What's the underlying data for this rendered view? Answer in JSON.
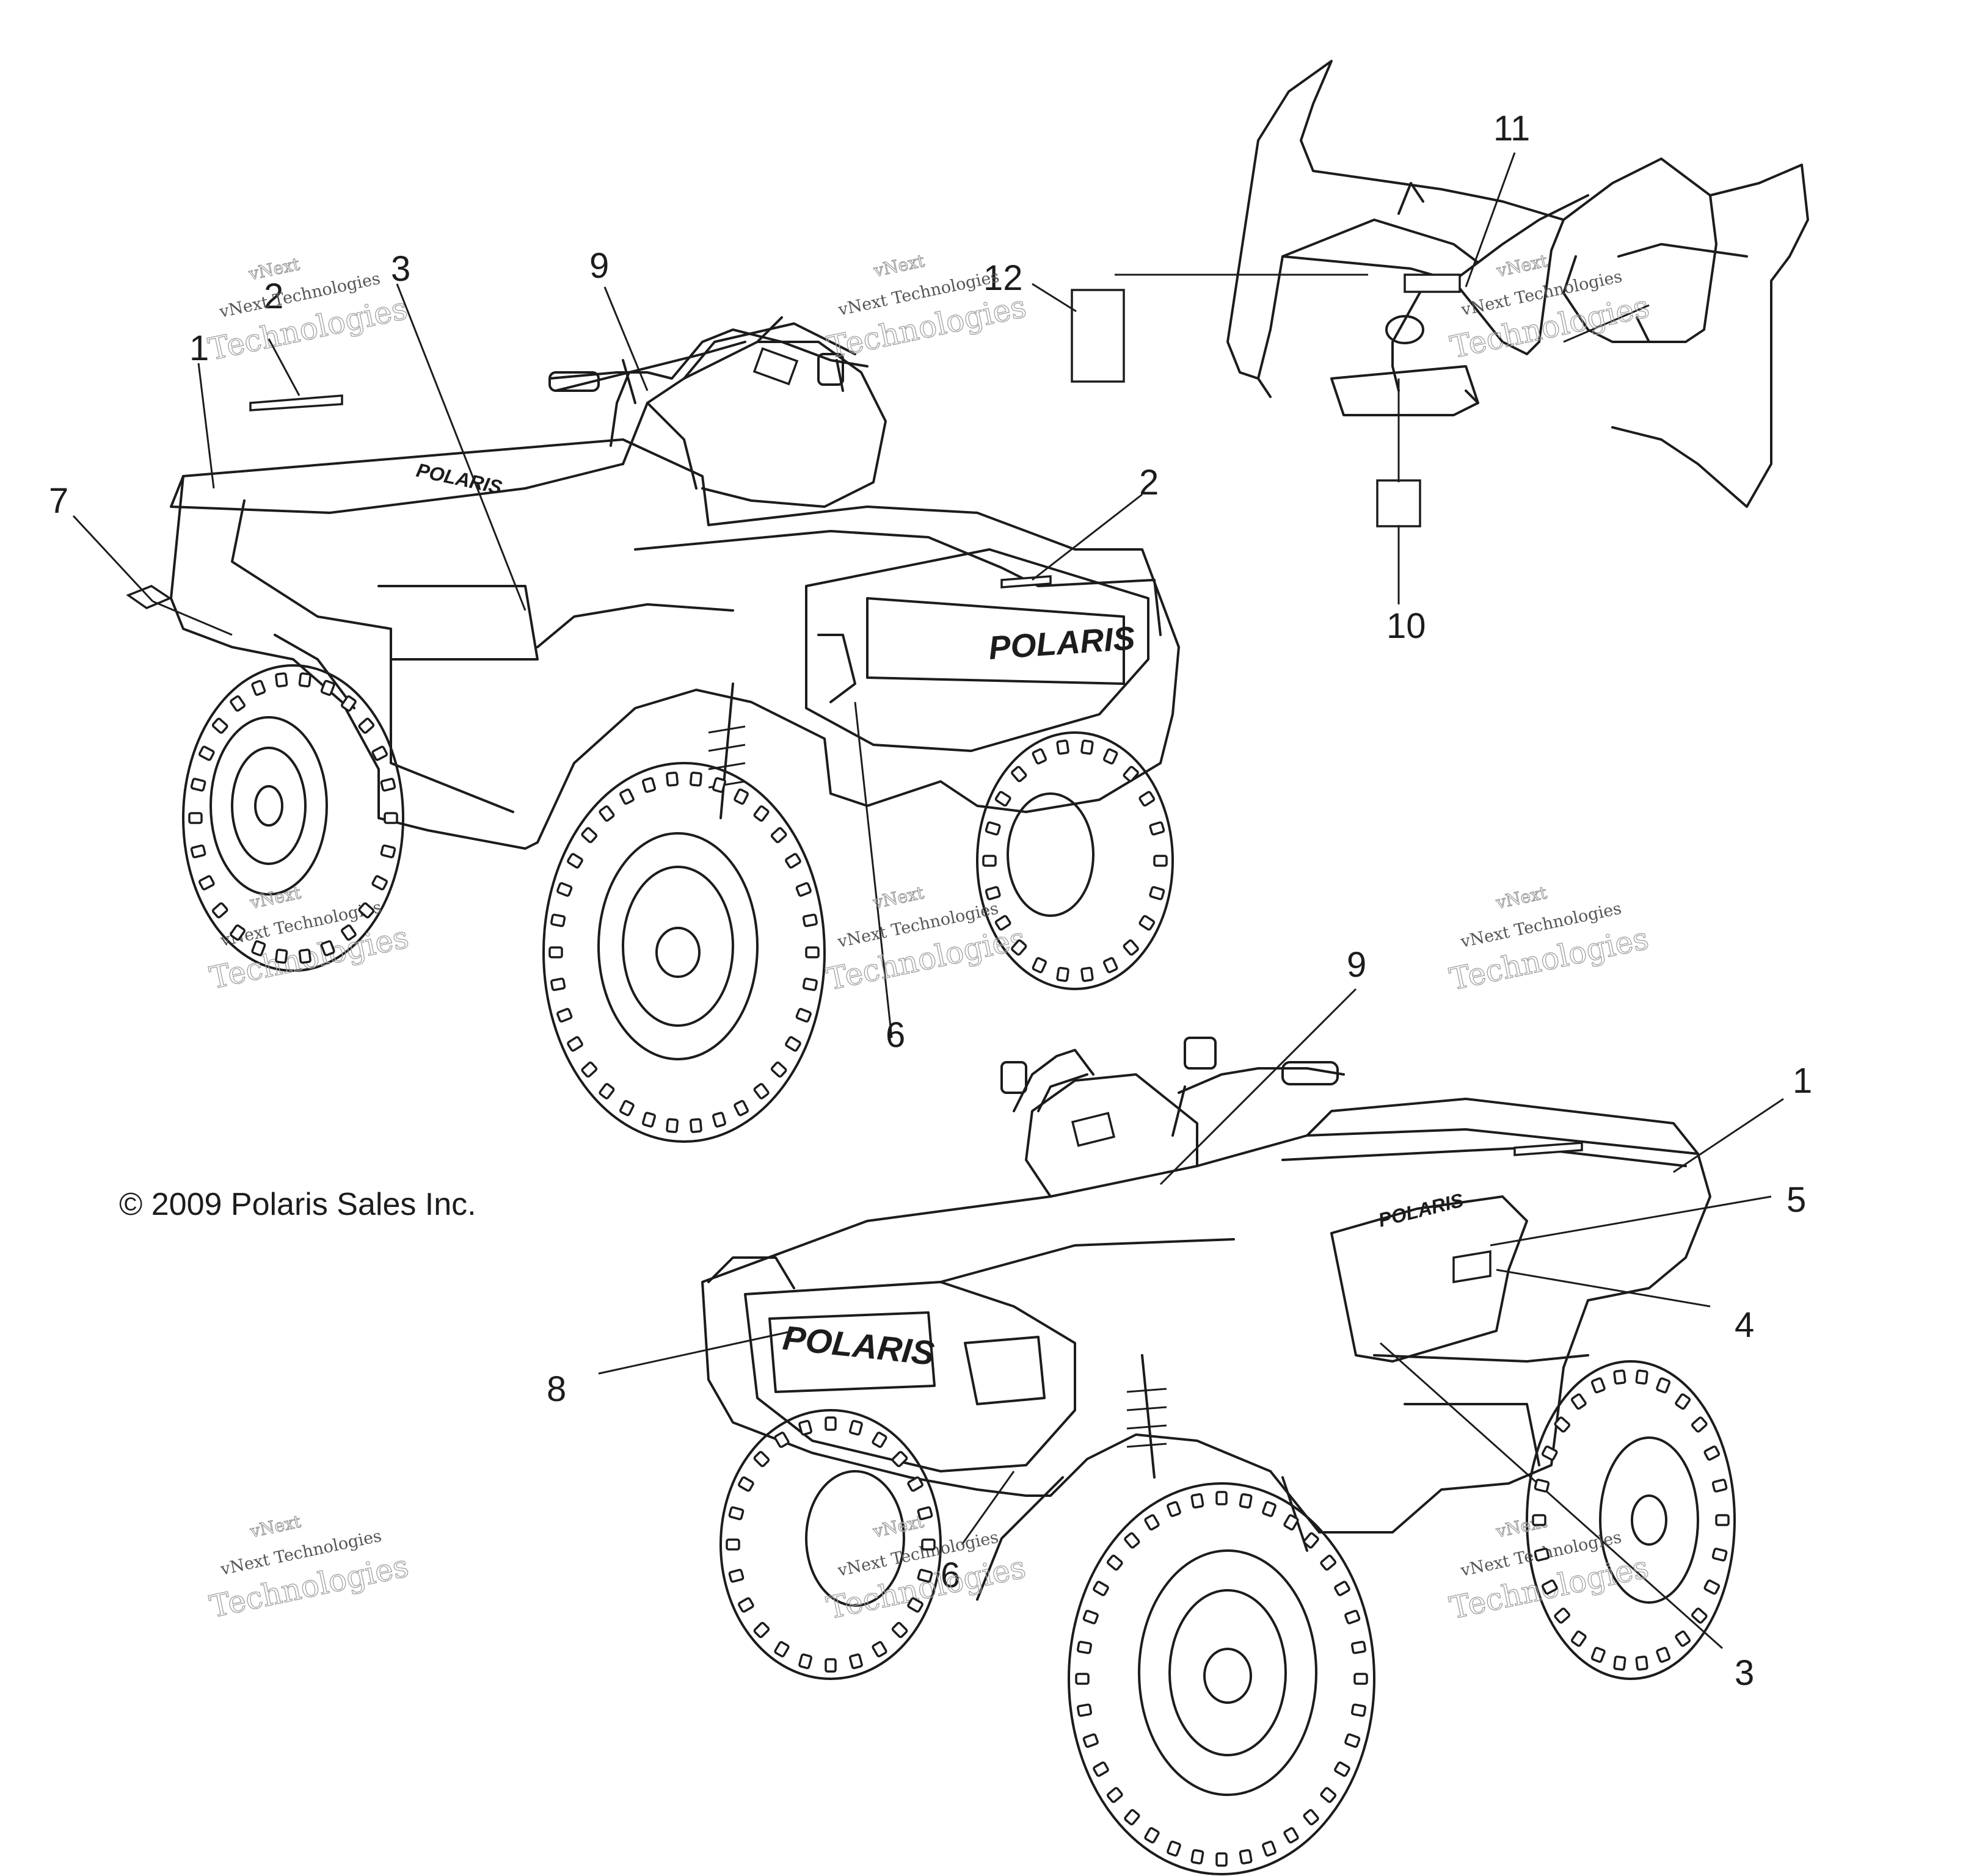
{
  "copyright": "© 2009 Polaris Sales Inc.",
  "brand_mark": "POLARIS",
  "callouts": [
    "1",
    "2",
    "3",
    "7",
    "9",
    "12",
    "11",
    "10",
    "2",
    "6",
    "9",
    "1",
    "5",
    "4",
    "8",
    "3",
    "6"
  ],
  "watermark": {
    "line1": "vNext",
    "line2": "vNext Technologies",
    "line3": "Technologies"
  },
  "colors": {
    "ink": "#1c1c1c",
    "watermark": "#9a9a9a",
    "background": "#ffffff"
  }
}
